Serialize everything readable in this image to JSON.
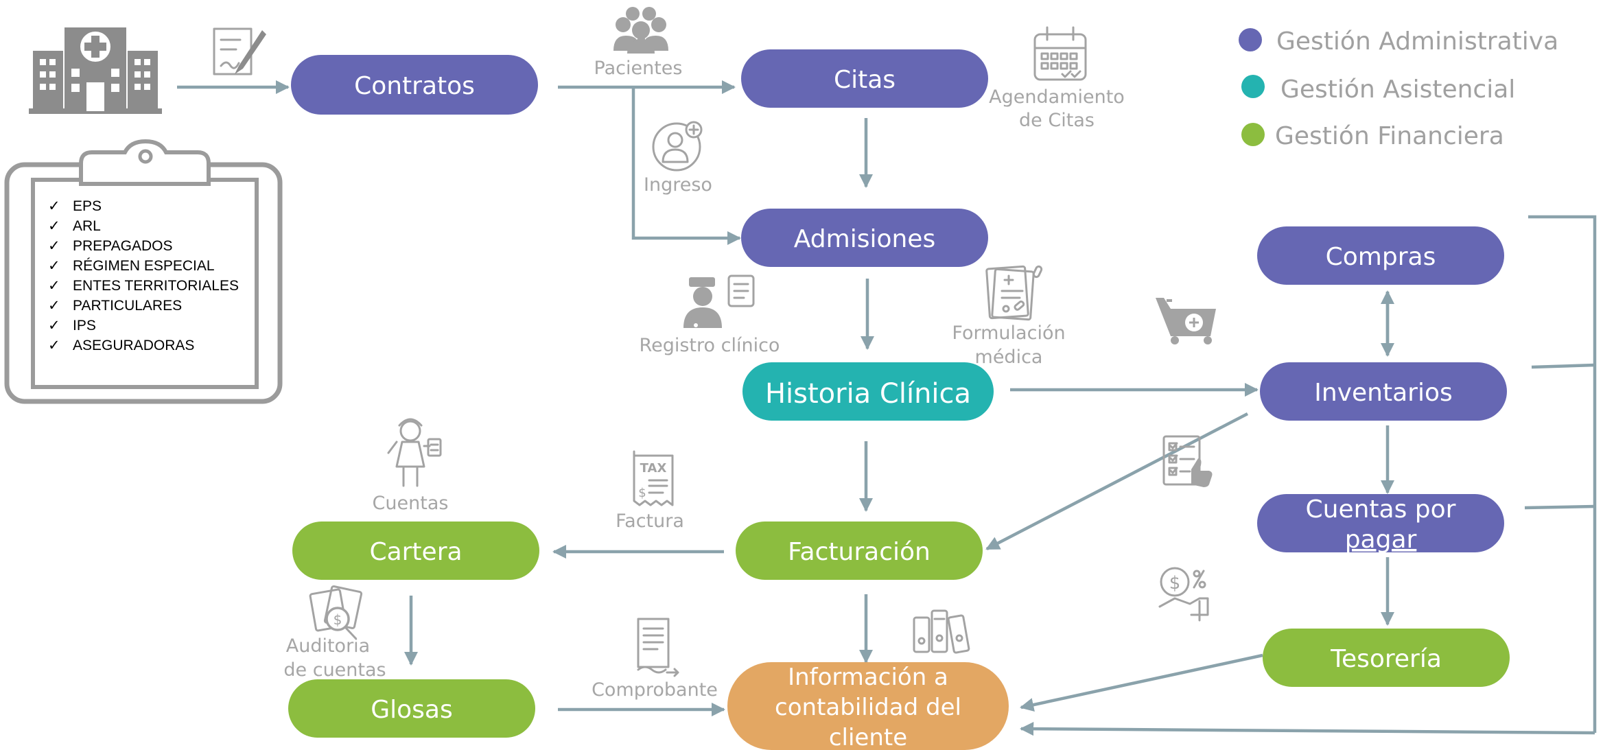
{
  "nodes": {
    "contratos": {
      "label": "Contratos",
      "color": "#6667b3"
    },
    "citas": {
      "label": "Citas",
      "color": "#6667b3"
    },
    "admisiones": {
      "label": "Admisiones",
      "color": "#6667b3"
    },
    "historia": {
      "label": "Historia Clínica",
      "color": "#24b3b0"
    },
    "facturacion": {
      "label": "Facturación",
      "color": "#8cbd3f"
    },
    "cartera": {
      "label": "Cartera",
      "color": "#8cbd3f"
    },
    "glosas": {
      "label": "Glosas",
      "color": "#8cbd3f"
    },
    "informacion": {
      "lines": [
        "Información a",
        "contabilidad del",
        "cliente"
      ],
      "color": "#e3a763"
    },
    "compras": {
      "label": "Compras",
      "color": "#6667b3"
    },
    "inventarios": {
      "label": "Inventarios",
      "color": "#6667b3"
    },
    "cuentas_pagar": {
      "lines": [
        "Cuentas por",
        "pagar"
      ],
      "color": "#6667b3"
    },
    "tesoreria": {
      "label": "Tesorería",
      "color": "#8cbd3f"
    }
  },
  "labels": {
    "pacientes": "Pacientes",
    "agendamiento": [
      "Agendamiento",
      "de Citas"
    ],
    "ingreso": "Ingreso",
    "registro": "Registro clínico",
    "formulacion": [
      "Formulación",
      "médica"
    ],
    "cuentas": "Cuentas",
    "factura": "Factura",
    "auditoria": [
      "Auditoria",
      "de cuentas"
    ],
    "comprobante": "Comprobante"
  },
  "clipboard": {
    "items": [
      "EPS",
      "ARL",
      "PREPAGADOS",
      "RÉGIMEN ESPECIAL",
      "ENTES TERRITORIALES",
      "PARTICULARES",
      "IPS",
      "ASEGURADORAS"
    ]
  },
  "legend": [
    {
      "label": "Gestión Administrativa",
      "color": "#6667b3"
    },
    {
      "label": "Gestión Asistencial",
      "color": "#24b3b0"
    },
    {
      "label": "Gestión Financiera",
      "color": "#8cbd3f"
    }
  ],
  "icons": {
    "tax_text": "TAX",
    "connector_color": "#8aa2ab",
    "icon_color": "#a3a3a3"
  }
}
